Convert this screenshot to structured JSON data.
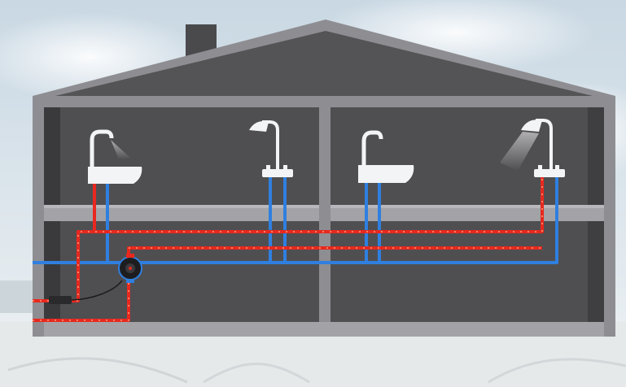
{
  "scene": {
    "title": "",
    "colors": {
      "sky_top": "#c9d8e3",
      "sky_bottom": "#eef2f4",
      "ground": "#e6e9ea",
      "house_wall": "#5c5c5f",
      "house_interior": "#4b4b4e",
      "house_outline": "#8e8e92",
      "floor_slab": "#9a9a9e",
      "roof": "#545457",
      "chimney": "#4a4a4d",
      "hot_pipe": "#e8281e",
      "hot_pipe_dots": "#ff8a66",
      "cold_pipe": "#2f7fe0",
      "fixture": "#f2f4f5",
      "pump_body": "#1d1d1f",
      "pump_ring": "#2f7fe0"
    }
  },
  "fixtures": [
    {
      "id": "sink-1",
      "kind": "sink-icon",
      "room": "upper-left"
    },
    {
      "id": "shower-1",
      "kind": "shower-icon",
      "room": "upper-left"
    },
    {
      "id": "sink-2",
      "kind": "sink-icon",
      "room": "upper-right"
    },
    {
      "id": "shower-2",
      "kind": "shower-icon",
      "room": "upper-right"
    }
  ],
  "components": [
    {
      "id": "recirculation-pump",
      "kind": "pump-icon"
    },
    {
      "id": "water-heater-inlet",
      "kind": "hot-water-supply"
    },
    {
      "id": "cold-water-inlet",
      "kind": "cold-water-supply"
    }
  ]
}
